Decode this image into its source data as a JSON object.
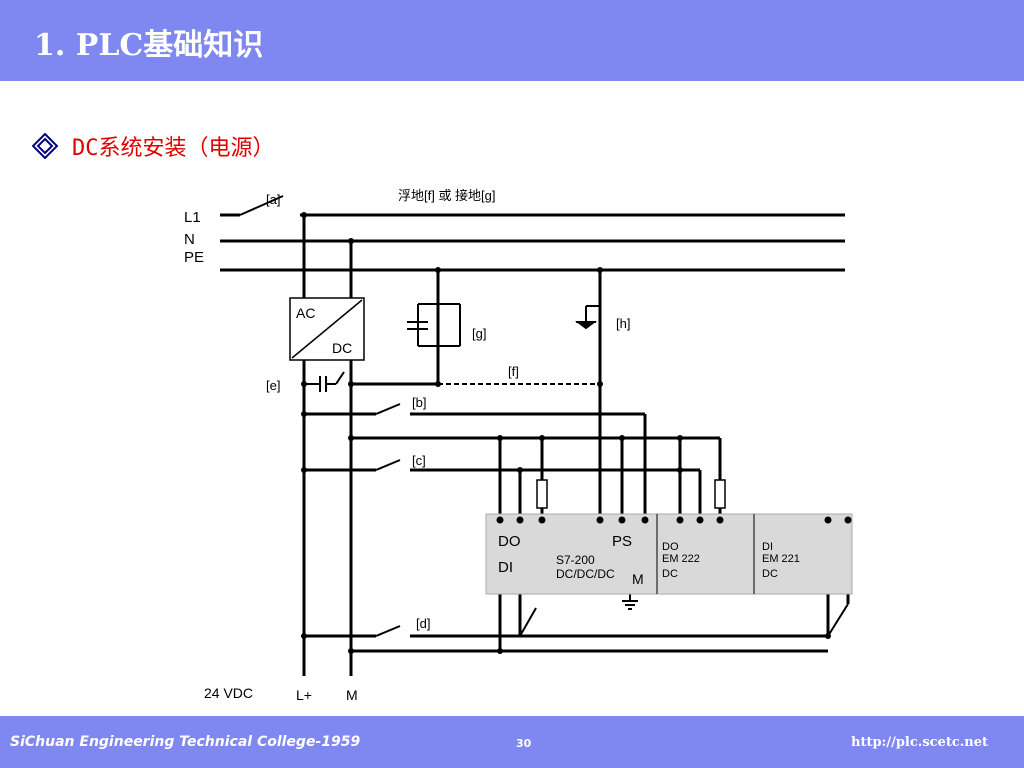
{
  "header": {
    "title": "1. PLC基础知识"
  },
  "bullet": {
    "icon": "diamond-bullet-icon",
    "text": "DC系统安装（电源）"
  },
  "diagram": {
    "labels": {
      "l1": "L1",
      "n": "N",
      "pe": "PE",
      "a": "[a]",
      "top_note": "浮地[f]  或  接地[g]",
      "ac": "AC",
      "dc": "DC",
      "g": "[g]",
      "h": "[h]",
      "f": "[f]",
      "e": "[e]",
      "b": "[b]",
      "c": "[c]",
      "d": "[d]",
      "do": "DO",
      "ps": "PS",
      "di": "DI",
      "cpu_line1": "S7-200",
      "cpu_line2": "DC/DC/DC",
      "m_ground": "M",
      "em222_line1": "DO",
      "em222_line2": "EM 222",
      "em222_line3": "DC",
      "em221_line1": "DI",
      "em221_line2": "EM 221",
      "em221_line3": "DC",
      "vdc": "24 VDC",
      "lplus": "L+",
      "m": "M"
    }
  },
  "footer": {
    "left": "SiChuan Engineering Technical College-1959",
    "page": "30",
    "url": "http://plc.scetc.net"
  }
}
